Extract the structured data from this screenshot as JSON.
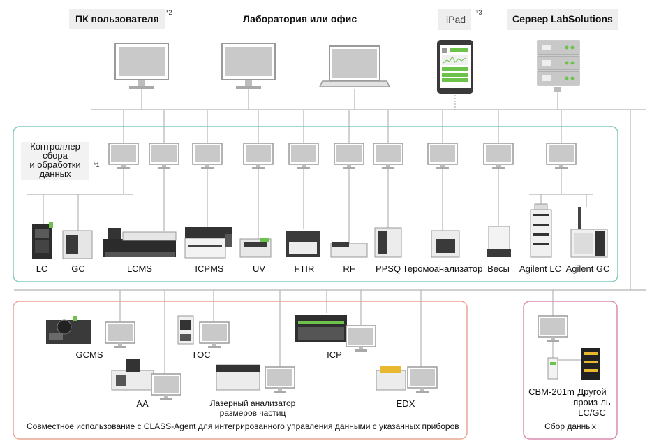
{
  "top": {
    "user_pc": "ПК пользователя",
    "user_pc_note": "*2",
    "lab_office": "Лаборатория или офис",
    "ipad": "iPad",
    "ipad_note": "*3",
    "server": "Сервер LabSolutions"
  },
  "controller": {
    "line1": "Контроллер",
    "line2": "сбора",
    "line3": "и обработки",
    "line4": "данных",
    "note": "*1"
  },
  "instruments": [
    "LC",
    "GC",
    "LCMS",
    "ICPMS",
    "UV",
    "FTIR",
    "RF",
    "PPSQ",
    "Теромоанализатор",
    "Весы",
    "Agilent LC",
    "Agilent GC"
  ],
  "shared": {
    "gcms": "GCMS",
    "toc": "TOC",
    "icp": "ICP",
    "aa": "AA",
    "laser_line1": "Лазерный анализатор",
    "laser_line2": "размеров частиц",
    "edx": "EDX",
    "footer": "Совместное использование с CLASS-Agent для интегрированного управления данными с указанных приборов"
  },
  "collect": {
    "cbm": "CBM-201m",
    "other_line1": "Другой",
    "other_line2": "произ-ль",
    "other_line3": "LC/GC",
    "footer": "Сбор данных"
  },
  "colors": {
    "teal_border": "#7ec9bf",
    "salmon_border": "#e8a592",
    "pink_border": "#d98bb0",
    "line": "#b5b5b5",
    "ipad_green": "#6cc24a"
  }
}
